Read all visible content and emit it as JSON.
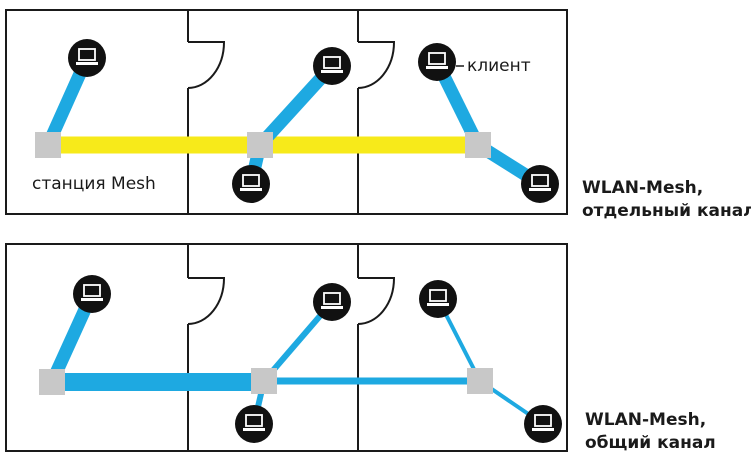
{
  "diagram": {
    "label_client": "клиент",
    "label_station": "станция Mesh",
    "top_caption": [
      "WLAN-Mesh,",
      "отдельный канал"
    ],
    "bottom_caption": [
      "WLAN-Mesh,",
      "общий канал"
    ],
    "colors": {
      "wall": "#1a1a1a",
      "backhaul_separate": "#f7ea1a",
      "client_link": "#1ea9e1",
      "station": "#c8c8c8",
      "client_node": "#111111"
    }
  }
}
